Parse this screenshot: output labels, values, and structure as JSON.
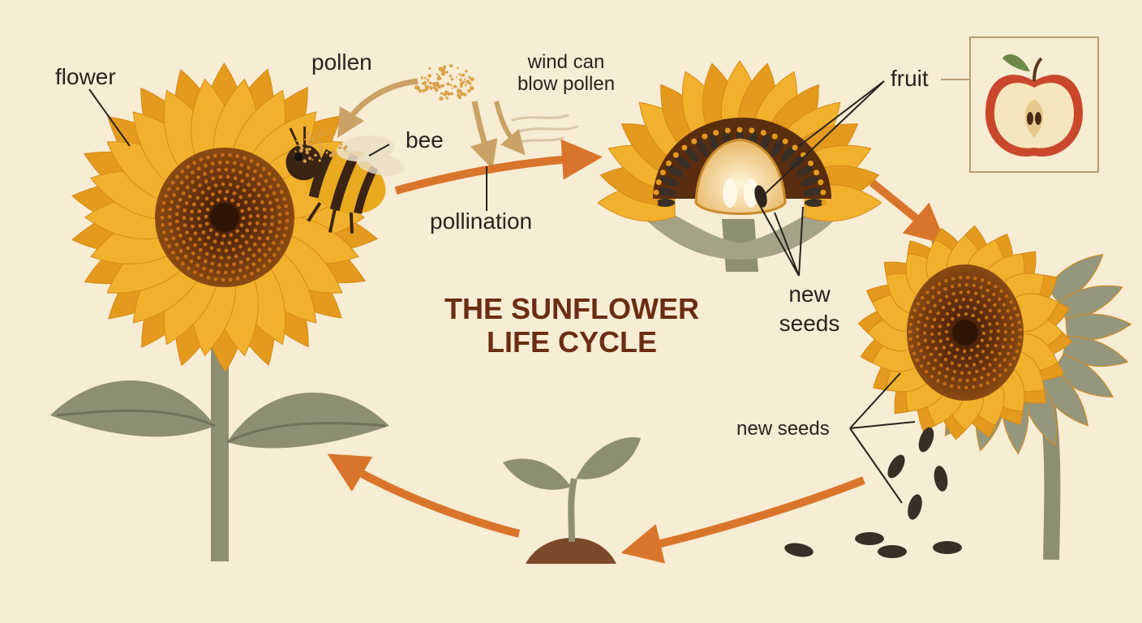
{
  "title": {
    "line1": "THE SUNFLOWER",
    "line2": "LIFE CYCLE"
  },
  "labels": {
    "flower": "flower",
    "pollen": "pollen",
    "bee": "bee",
    "wind_line1": "wind can",
    "wind_line2": "blow pollen",
    "pollination": "pollination",
    "fruit": "fruit",
    "new_seeds_a_line1": "new",
    "new_seeds_a_line2": "seeds",
    "new_seeds_b": "new seeds"
  },
  "colors": {
    "background": "#f7ecd4",
    "petal": "#f2b12c",
    "petal_dark": "#e39a1d",
    "center": "#5a2d0e",
    "leaf": "#8d8f72",
    "arrow": "#d9752a",
    "pollen_arrow": "#caa266",
    "title": "#6b2d12",
    "soil": "#7b4a2b"
  },
  "icons": [
    "sunflower-icon",
    "bee-icon",
    "pollen-icon",
    "wind-icon",
    "flower-cross-section-icon",
    "apple-icon",
    "drooping-sunflower-icon",
    "seed-icon",
    "seedling-icon"
  ]
}
